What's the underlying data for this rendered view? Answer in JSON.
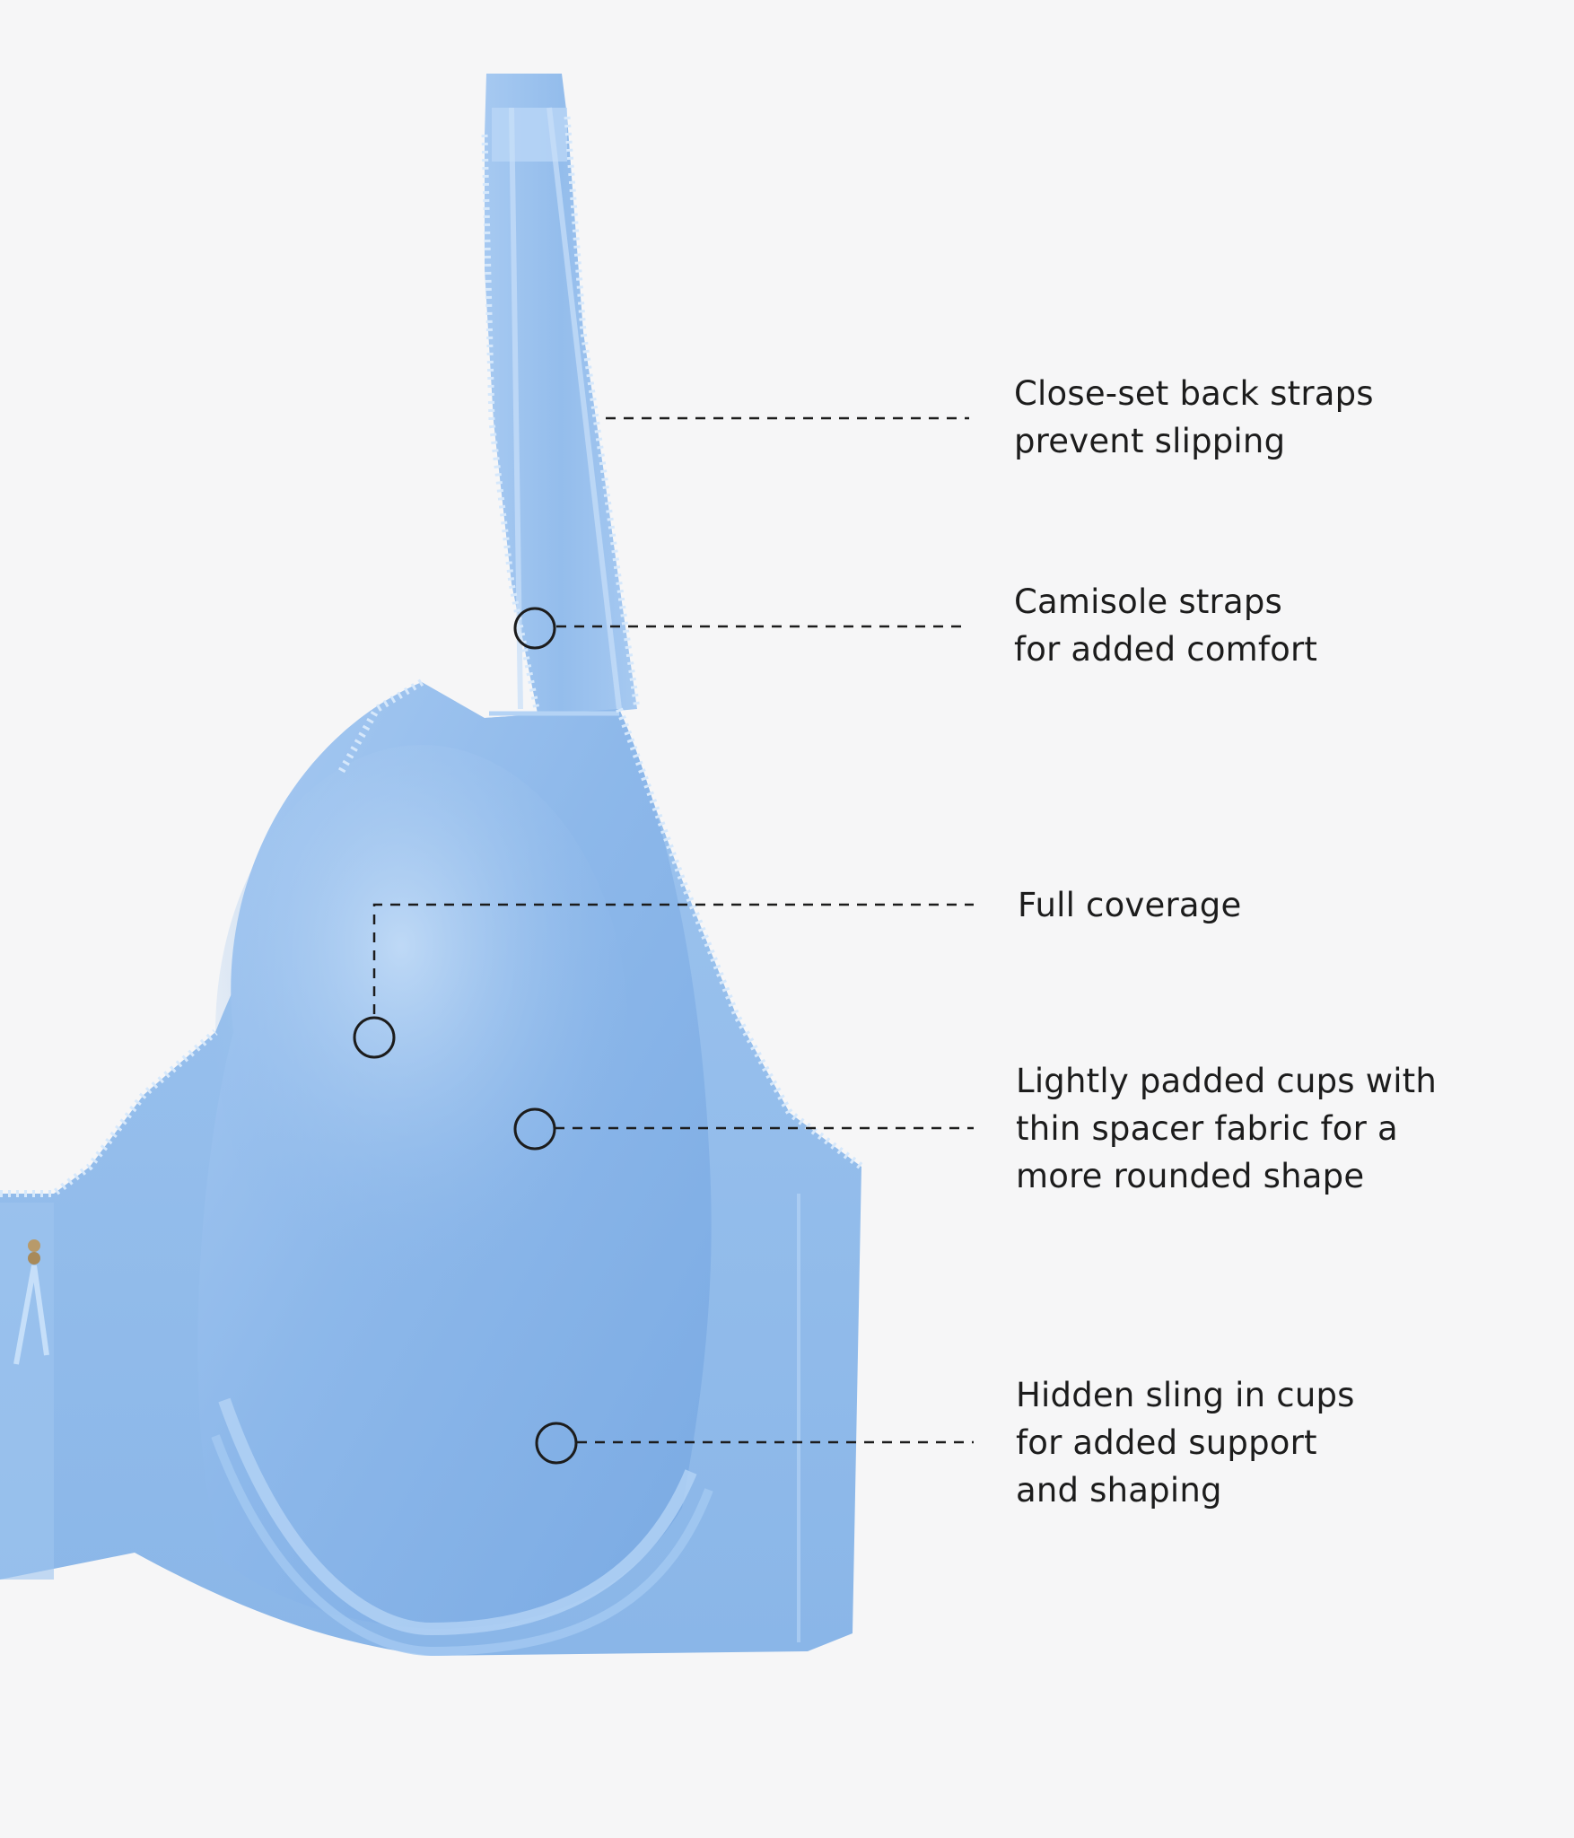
{
  "callouts": [
    {
      "id": "back-straps",
      "lines": [
        "Close-set back straps",
        "prevent slipping"
      ]
    },
    {
      "id": "camisole-straps",
      "lines": [
        "Camisole straps",
        "for added comfort"
      ]
    },
    {
      "id": "full-coverage",
      "lines": [
        "Full coverage"
      ]
    },
    {
      "id": "padded-cups",
      "lines": [
        "Lightly padded cups with",
        "thin spacer fabric for a",
        "more rounded shape"
      ]
    },
    {
      "id": "hidden-sling",
      "lines": [
        "Hidden sling in cups",
        "for added support",
        "and shaping"
      ]
    }
  ],
  "colors": {
    "background": "#f6f6f7",
    "fabric": "#8fbbeb",
    "fabric_light": "#b4d3f5",
    "fabric_dark": "#6f9ed8",
    "trim": "#d6e8fb",
    "line": "#1c1c1c"
  }
}
